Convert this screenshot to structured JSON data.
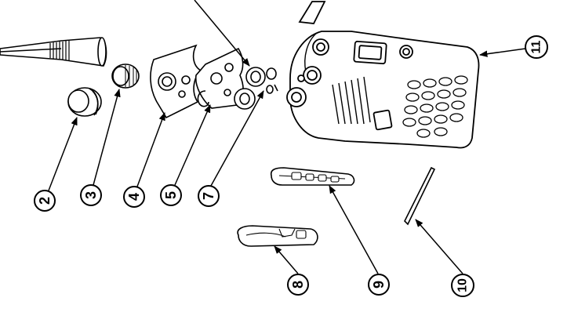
{
  "diagram": {
    "callouts": [
      {
        "label": "2"
      },
      {
        "label": "3"
      },
      {
        "label": "4"
      },
      {
        "label": "5"
      },
      {
        "label": "7"
      },
      {
        "label": "8"
      },
      {
        "label": "9"
      },
      {
        "label": "10"
      },
      {
        "label": "11"
      }
    ]
  }
}
